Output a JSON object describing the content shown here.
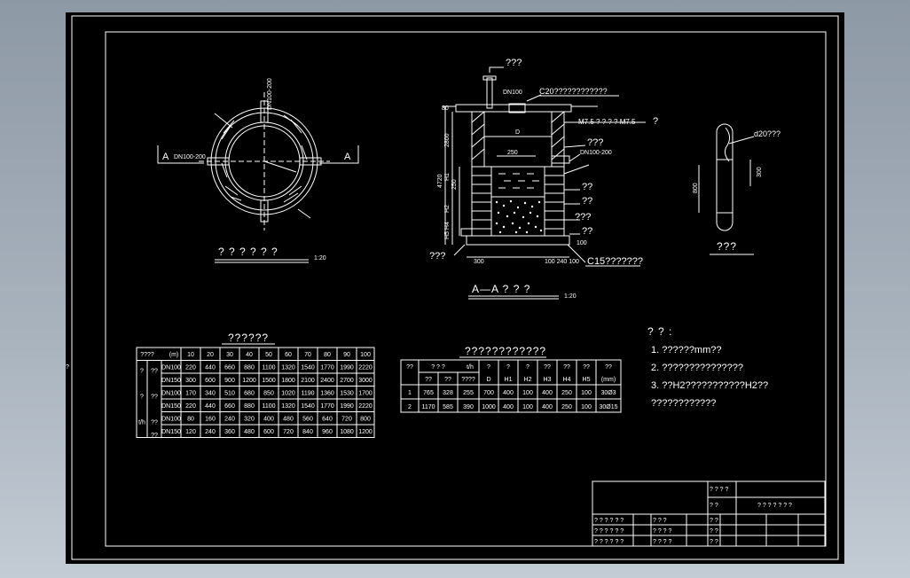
{
  "plan_view": {
    "title": "? ? ? ? ? ?",
    "scale": "1:20",
    "pipe_label_top": "DN100-200",
    "pipe_label_left": "DN100-200",
    "section_mark": "A"
  },
  "section_view": {
    "title": "A—A ? ? ?",
    "scale": "1:20",
    "labels": {
      "vent": "???",
      "dn100": "DN100",
      "c20": "C20????????????",
      "m75": "M7.5 ? ? ? ?   M7.5",
      "q_mark": "?",
      "d": "D",
      "side_1": "???",
      "dn100_200": "DN100-200",
      "r1": "??",
      "r2": "??",
      "r3": "???",
      "r4": "??",
      "base_left": "???",
      "c15": "C15???????",
      "w250a": "250",
      "w250b": "250",
      "dim_300": "300",
      "dim_bottom": "100 240 100",
      "dim_h1": "H1",
      "dim_h2": "H2",
      "dim_h3": "H3",
      "dim_h45": "H5 H4",
      "dim_2800": "2800",
      "dim_4720": "4720",
      "dim_80": "80",
      "dim_100": "100"
    }
  },
  "pipe_view": {
    "title": "???",
    "label": "d20???",
    "dim_300": "300",
    "dim_800": "800"
  },
  "table1": {
    "title": "??????",
    "header": [
      "????",
      "(m)",
      "10",
      "20",
      "30",
      "40",
      "50",
      "60",
      "70",
      "80",
      "90",
      "100"
    ],
    "rows": [
      {
        "g1": "?",
        "g2": "??",
        "pipe": "DN100",
        "vals": [
          "220",
          "440",
          "660",
          "880",
          "1100",
          "1320",
          "1540",
          "1770",
          "1990",
          "2220"
        ]
      },
      {
        "g1": "",
        "g2": "",
        "pipe": "DN150",
        "vals": [
          "300",
          "600",
          "900",
          "1200",
          "1500",
          "1800",
          "2100",
          "2400",
          "2700",
          "3000"
        ]
      },
      {
        "g1": "?",
        "g2": "??",
        "pipe": "DN100",
        "vals": [
          "170",
          "340",
          "510",
          "680",
          "850",
          "1020",
          "1190",
          "1360",
          "1530",
          "1700"
        ]
      },
      {
        "g1": "",
        "g2": "",
        "pipe": "DN150",
        "vals": [
          "220",
          "440",
          "660",
          "880",
          "1100",
          "1320",
          "1540",
          "1770",
          "1990",
          "2220"
        ]
      },
      {
        "g1": "t/h",
        "g2": "??",
        "pipe": "DN100",
        "vals": [
          "80",
          "160",
          "240",
          "320",
          "400",
          "480",
          "560",
          "640",
          "720",
          "800"
        ]
      },
      {
        "g1": "",
        "g2": "??",
        "pipe": "DN150",
        "vals": [
          "120",
          "240",
          "360",
          "480",
          "600",
          "720",
          "840",
          "960",
          "1080",
          "1200"
        ]
      }
    ]
  },
  "table2": {
    "title": "????????????",
    "header_top": [
      "??",
      "? ? ?",
      "t/h",
      "?",
      "?",
      "?",
      "??",
      "??",
      "??",
      "??",
      "??"
    ],
    "header_bottom": [
      "",
      "??",
      "??",
      "????",
      "D",
      "H1",
      "H2",
      "H3",
      "H4",
      "H5",
      "(mm)"
    ],
    "rows": [
      [
        "1",
        "765",
        "328",
        "255",
        "700",
        "400",
        "100",
        "400",
        "250",
        "100",
        "30Ø3"
      ],
      [
        "2",
        "1170",
        "585",
        "390",
        "1000",
        "400",
        "100",
        "400",
        "250",
        "100",
        "30Ø15"
      ]
    ]
  },
  "notes": {
    "heading": "? ? :",
    "items": [
      "1. ??????mm??",
      "2. ???????????????",
      "3. ??H2???????????H2??",
      "   ????????????"
    ]
  },
  "title_block": {
    "designer": "? ? ? ?",
    "project": "? ? ? ? ? ? ?",
    "rows": [
      "? ? ? ? ? ?",
      "? ? ? ? ? ?",
      "? ? ? ? ? ?"
    ],
    "cols": [
      "? ? ?",
      "? ? ? ?",
      "? ? ? ?"
    ],
    "right": [
      "? ?",
      "? ?",
      "? ?",
      "? ?"
    ]
  },
  "colors": {
    "background": "#000000",
    "linework": "#ffffff",
    "accent_yellow": "#ffff00",
    "accent_cyan": "#00e5ff",
    "accent_magenta": "#ff2bd6",
    "accent_red": "#ff3030",
    "accent_green": "#2fe05a"
  }
}
